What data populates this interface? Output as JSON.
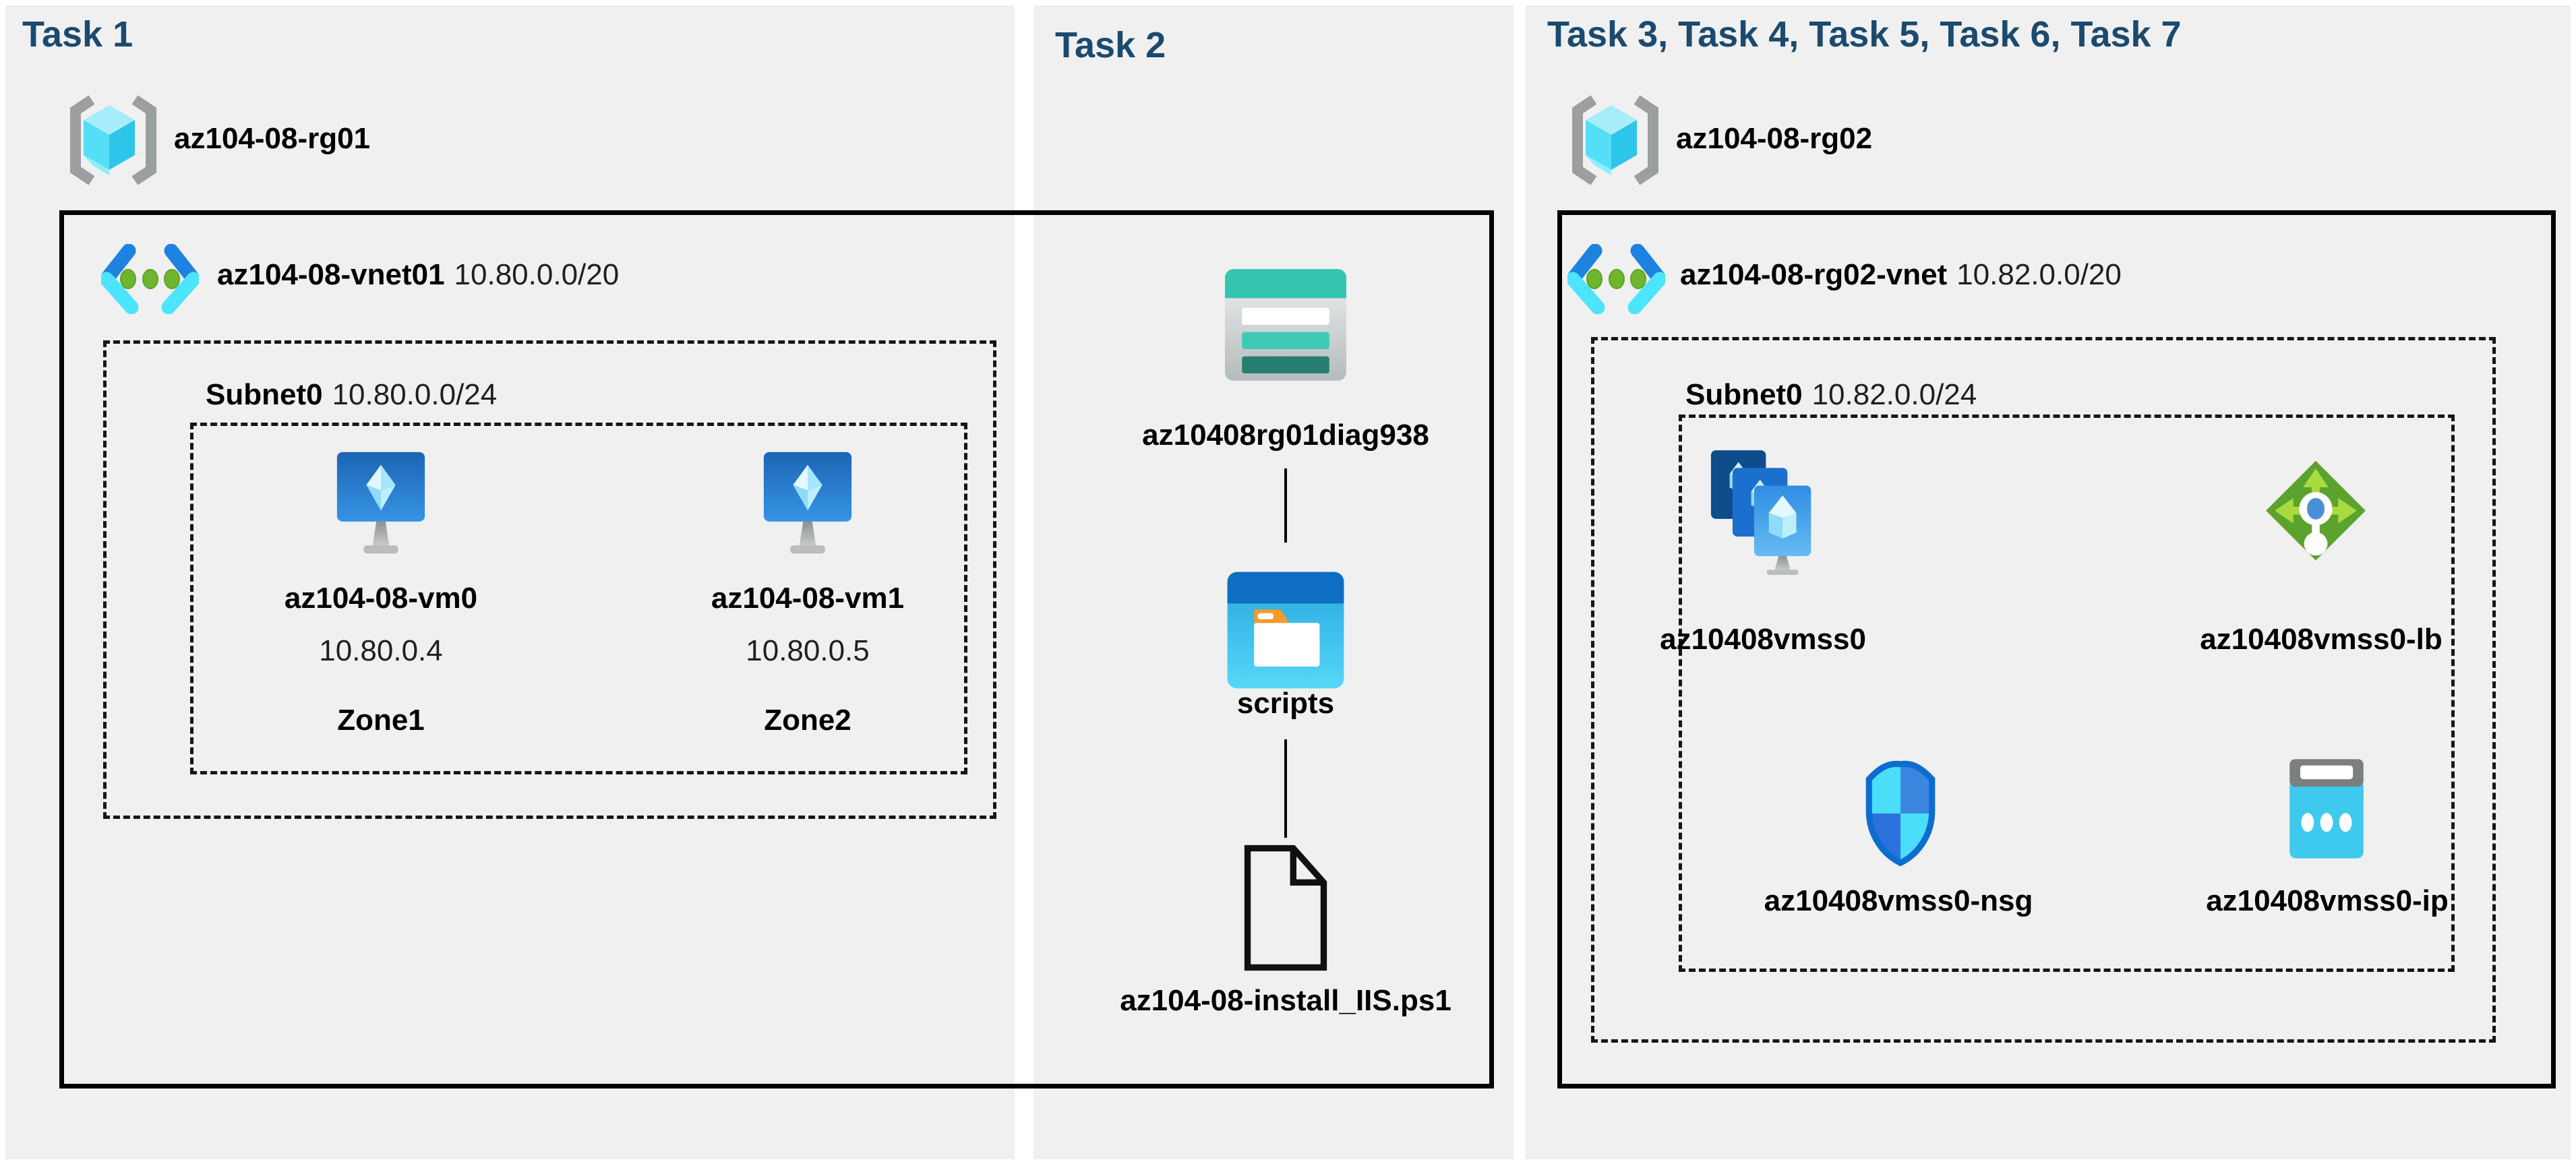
{
  "panels": {
    "task1": {
      "title": "Task 1",
      "resource_group": {
        "name": "az104-08-rg01"
      },
      "vnet": {
        "name": "az104-08-vnet01",
        "cidr": "10.80.0.0/20"
      },
      "subnet": {
        "name": "Subnet0",
        "cidr": "10.80.0.0/24"
      },
      "vms": [
        {
          "name": "az104-08-vm0",
          "ip": "10.80.0.4",
          "zone": "Zone1"
        },
        {
          "name": "az104-08-vm1",
          "ip": "10.80.0.5",
          "zone": "Zone2"
        }
      ]
    },
    "task2": {
      "title": "Task 2",
      "storage_account": "az10408rg01diag938",
      "container": "scripts",
      "script_file": "az104-08-install_IIS.ps1"
    },
    "task3": {
      "title": "Task 3, Task 4, Task 5, Task 6, Task 7",
      "resource_group": {
        "name": "az104-08-rg02"
      },
      "vnet": {
        "name": "az104-08-rg02-vnet",
        "cidr": "10.82.0.0/20"
      },
      "subnet": {
        "name": "Subnet0",
        "cidr": "10.82.0.0/24"
      },
      "resources": [
        {
          "name": "az10408vmss0",
          "type": "vm-scale-set"
        },
        {
          "name": "az10408vmss0-lb",
          "type": "load-balancer"
        },
        {
          "name": "az10408vmss0-nsg",
          "type": "network-security-group"
        },
        {
          "name": "az10408vmss0-ip",
          "type": "public-ip"
        }
      ]
    }
  },
  "icons": {
    "resource_group": "resource-group-icon",
    "virtual_network": "virtual-network-icon",
    "virtual_machine": "virtual-machine-icon",
    "storage_account": "storage-account-icon",
    "blob_container": "blob-container-folder-icon",
    "script_file": "script-file-icon",
    "vm_scale_set": "vm-scale-set-icon",
    "load_balancer": "load-balancer-icon",
    "nsg": "network-security-group-shield-icon",
    "public_ip": "public-ip-icon"
  },
  "colors": {
    "panel_background": "#f0f0f1",
    "title_text": "#1b4a6e",
    "label_text": "#000000",
    "box_border": "#000000",
    "dashed_border": "#161616",
    "vnet_blue": "#1e82e0",
    "vnet_cyan": "#4de4fd",
    "vnet_green": "#6fb52e",
    "vm_blue": "#2f8ee2",
    "storage_teal": "#35c5b0",
    "folder_blue": "#0e6ec2",
    "folder_orange": "#f49a26",
    "lb_green": "#5ba32e",
    "nsg_blue": "#2b71dd",
    "nsg_cyan": "#4adef9",
    "ip_cyan": "#3ec9ef"
  }
}
